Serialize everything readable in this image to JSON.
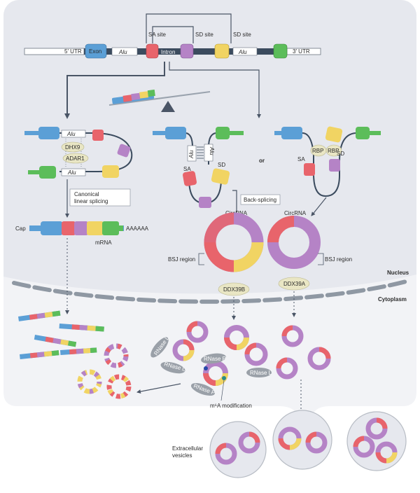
{
  "colors": {
    "exon_blue": "#5b9fd6",
    "exon_red": "#e8646b",
    "exon_purple": "#b583c6",
    "exon_yellow": "#f1d463",
    "exon_green": "#5cbd5a",
    "intron": "#3b4b5e",
    "nucleus_bg": "#e6e8ee",
    "cytoplasm_bg": "#f2f3f6",
    "arrow": "#4a5566",
    "envelope": "#8f98a3",
    "protein": "#e9e6c4"
  },
  "gene": {
    "utr5": "5′ UTR",
    "exon": "Exon",
    "alu_left": "Alu",
    "intron": "Intron",
    "alu_right": "Alu",
    "utr3": "3′ UTR",
    "sa_site": "SA site",
    "sd_site_1": "SD site",
    "sd_site_2": "SD site"
  },
  "left_path": {
    "alu_top": "Alu",
    "dhx9": "DHX9",
    "adar1": "ADAR1",
    "alu_bottom": "Alu",
    "canonical": [
      "Canonical",
      "linear splicing"
    ],
    "cap": "Cap",
    "polya": "AAAAAA",
    "mrna": "mRNA"
  },
  "middle_path": {
    "alu_a": "Alu",
    "alu_b": "Alu",
    "sa": "SA",
    "sd": "SD",
    "back_splicing": "Back-splicing"
  },
  "or_label": "or",
  "right_path": {
    "rbp_1": "RBP",
    "rbp_2": "RBP",
    "sa": "SA",
    "sd": "SD"
  },
  "circ_left": {
    "label": "CircRNA",
    "bsj": "BSJ region",
    "exporter": "DDX39B"
  },
  "circ_right": {
    "label": "CircRNA",
    "bsj": "BSJ region",
    "exporter": "DDX39A"
  },
  "compartments": {
    "nucleus": "Nucleus",
    "cytoplasm": "Cytoplasm"
  },
  "degradation": {
    "rnase_l_1": "RNase L",
    "rnase_l_2": "RNase L",
    "rnase_p_1": "RNase P",
    "rnase_p_2": "RNase P",
    "rnase_l_3": "RNase L",
    "m6a": "m⁶A modification"
  },
  "vesicles_label": [
    "Extracellular",
    "vesicles"
  ]
}
